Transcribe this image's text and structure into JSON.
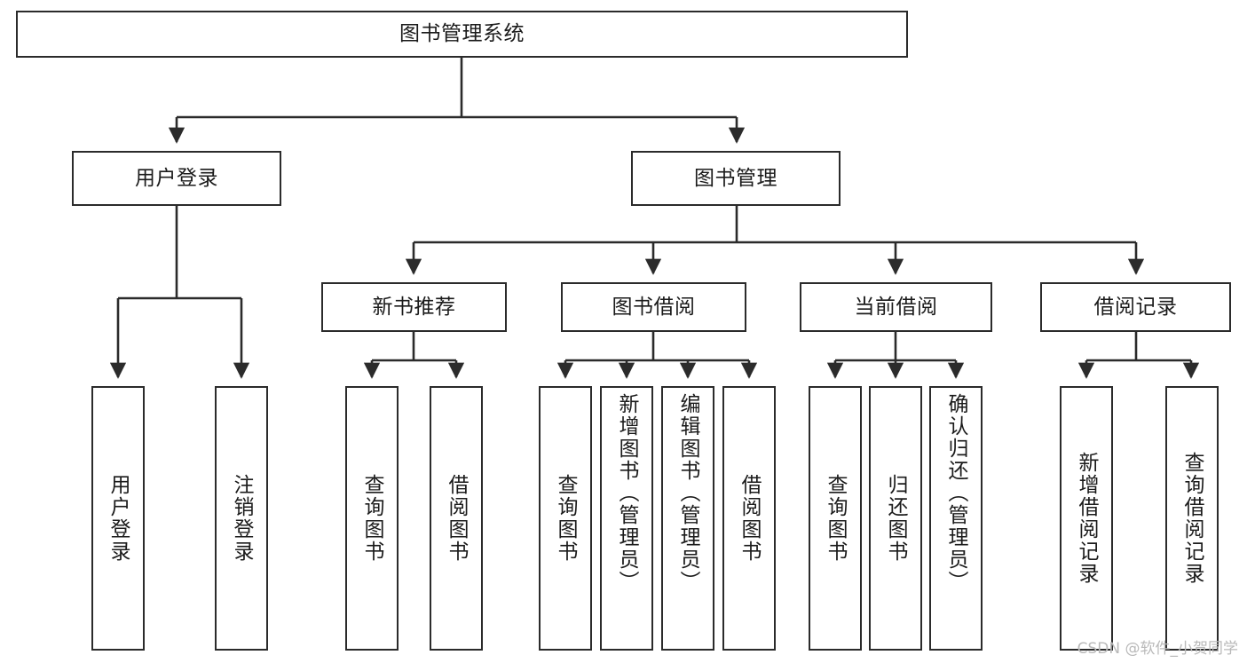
{
  "diagram": {
    "title": "图书管理系统",
    "watermark": "CSDN @软件_小贺同学",
    "nodes": {
      "root": "图书管理系统",
      "user_login": "用户登录",
      "book_manage": "图书管理",
      "new_book_rec": "新书推荐",
      "book_borrow": "图书借阅",
      "current_borrow": "当前借阅",
      "borrow_record": "借阅记录",
      "leaf_user_login": "用户登录",
      "leaf_logout_login": "注销登录",
      "leaf_query_book_1": "查询图书",
      "leaf_borrow_book_1": "借阅图书",
      "leaf_query_book_2": "查询图书",
      "leaf_add_book_admin": "新增图书（管理员）",
      "leaf_edit_book_admin": "编辑图书（管理员）",
      "leaf_borrow_book_2": "借阅图书",
      "leaf_query_book_3": "查询图书",
      "leaf_return_book": "归还图书",
      "leaf_confirm_return_admin": "确认归还（管理员）",
      "leaf_add_borrow_record": "新增借阅记录",
      "leaf_query_borrow_record": "查询借阅记录"
    }
  }
}
